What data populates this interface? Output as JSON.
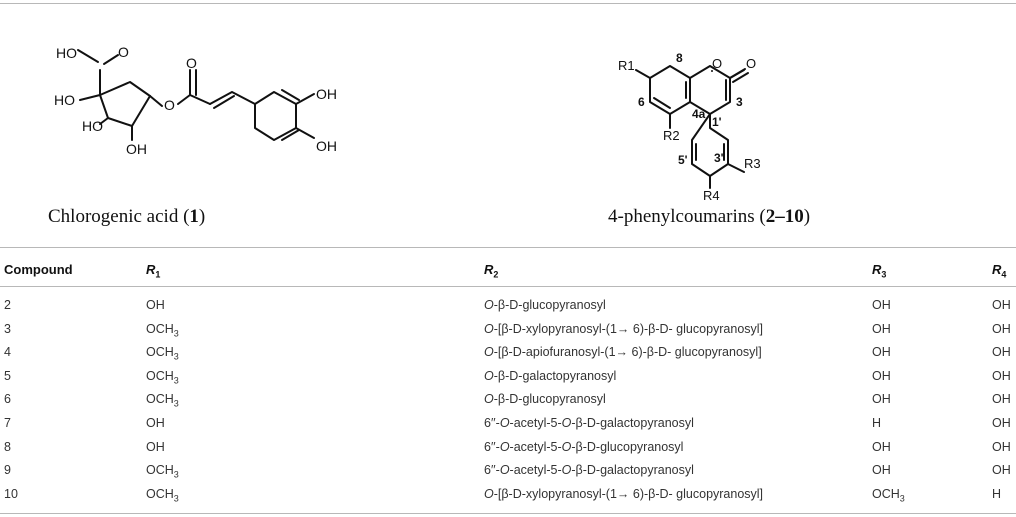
{
  "structures": {
    "left": {
      "caption_name": "Chlorogenic acid (",
      "caption_num": "1",
      "caption_close": ")",
      "atom_labels": {
        "ho_top": "HO",
        "o_carbonyl": "O",
        "ho_left": "HO",
        "ho_ring": "HO",
        "oh_bottom": "OH",
        "o_ester": "O",
        "o_ester2": "O",
        "oh_r1": "OH",
        "oh_r2": "OH"
      }
    },
    "right": {
      "caption_name": "4-phenylcoumarins (",
      "caption_num": "2–10",
      "caption_close": ")",
      "atom_labels": {
        "r1": "R1",
        "r2": "R2",
        "r3": "R3",
        "r4": "R4",
        "n8": "8",
        "n6": "6",
        "n4a": "4a",
        "n3": "3",
        "n1p": "1'",
        "n5p": "5'",
        "n3p": "3'",
        "o_ring": "O",
        "o_carbonyl": "O"
      }
    }
  },
  "table": {
    "headers": [
      {
        "text": "Compound"
      },
      {
        "sym": "R",
        "sub": "1"
      },
      {
        "sym": "R",
        "sub": "2"
      },
      {
        "sym": "R",
        "sub": "3"
      },
      {
        "sym": "R",
        "sub": "4"
      }
    ],
    "rows": [
      [
        "2",
        "OH",
        "O-β-D-glucopyranosyl",
        "OH",
        "OH"
      ],
      [
        "3",
        "OCH3",
        "O-[β-D-xylopyranosyl-(1→ 6)-β-D- glucopyranosyl]",
        "OH",
        "OH"
      ],
      [
        "4",
        "OCH3",
        "O-[β-D-apiofuranosyl-(1→ 6)-β-D- glucopyranosyl]",
        "OH",
        "OH"
      ],
      [
        "5",
        "OCH3",
        "O-β-D-galactopyranosyl",
        "OH",
        "OH"
      ],
      [
        "6",
        "OCH3",
        "O-β-D-glucopyranosyl",
        "OH",
        "OH"
      ],
      [
        "7",
        "OH",
        "6′′-O-acetyl-5-O-β-D-galactopyranosyl",
        "H",
        "OH"
      ],
      [
        "8",
        "OH",
        "6′′-O-acetyl-5-O-β-D-glucopyranosyl",
        "OH",
        "OH"
      ],
      [
        "9",
        "OCH3",
        "6′′-O-acetyl-5-O-β-D-galactopyranosyl",
        "OH",
        "OH"
      ],
      [
        "10",
        "OCH3",
        "O-[β-D-xylopyranosyl-(1→ 6)-β-D- glucopyranosyl]",
        "OCH3",
        "H"
      ]
    ]
  }
}
